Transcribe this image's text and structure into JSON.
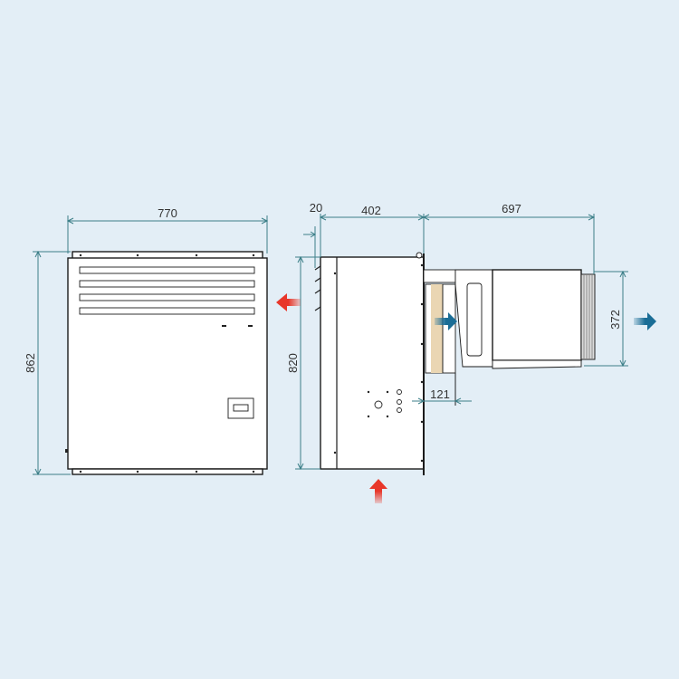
{
  "dimensions": {
    "front_width": "770",
    "front_height": "862",
    "side_height": "820",
    "wall_offset": "20",
    "evaporator_depth": "402",
    "condenser_depth": "697",
    "condenser_height": "372",
    "wall_thickness": "121"
  },
  "colors": {
    "background": "#e3eef6",
    "dimension_line": "#3c7f88",
    "warm_air_arrow": "#e8372a",
    "cool_air_arrow": "#1a6d96",
    "insulation": "#ead6b3"
  }
}
